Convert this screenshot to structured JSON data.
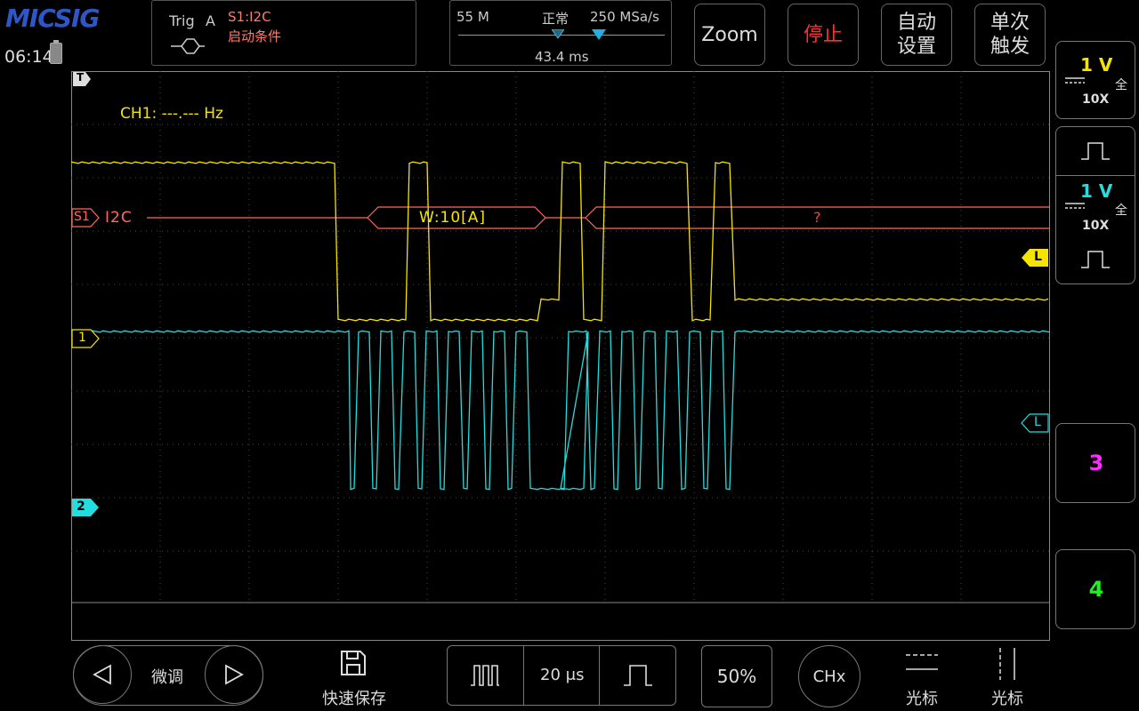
{
  "brand": "MICSIG",
  "status": {
    "time": "06:14"
  },
  "trigger": {
    "label": "Trig",
    "source": "A",
    "bus": "S1:I2C",
    "condition": "启动条件"
  },
  "timebase_info": {
    "memory": "55 M",
    "mode": "正常",
    "sample_rate": "250 MSa/s",
    "position": "43.4 ms"
  },
  "top_buttons": {
    "zoom": "Zoom",
    "stop": "停止",
    "auto_set_1": "自动",
    "auto_set_2": "设置",
    "single_1": "单次",
    "single_2": "触发"
  },
  "screen": {
    "trigger_marker": "T",
    "freq_readout": "CH1: ---.--- Hz",
    "s1_marker": "S1",
    "s1_label": "I2C",
    "decode_write": "W:10[A]",
    "decode_unknown": "?",
    "ch1_marker": "1",
    "ch2_marker": "2",
    "ch1_level": "L",
    "ch2_level": "L"
  },
  "channels": [
    {
      "id": "1",
      "volts": "1 V",
      "probe": "10X",
      "bw": "全",
      "color": "#f5e400"
    },
    {
      "id": "2",
      "volts": "1 V",
      "probe": "10X",
      "bw": "全",
      "color": "#22dede"
    },
    {
      "id": "3",
      "color": "#ff2bff"
    },
    {
      "id": "4",
      "color": "#22ee22"
    }
  ],
  "bottom": {
    "fine": "微调",
    "quick_save": "快速保存",
    "time_scale": "20 μs",
    "percent": "50%",
    "chx": "CHx",
    "cursor_h": "光标",
    "cursor_v": "光标"
  },
  "colors": {
    "ch1": "#f5e400",
    "ch2": "#22dede",
    "decode": "#ff6a5a",
    "stop": "#ff3030",
    "brand": "#2f56c8"
  }
}
